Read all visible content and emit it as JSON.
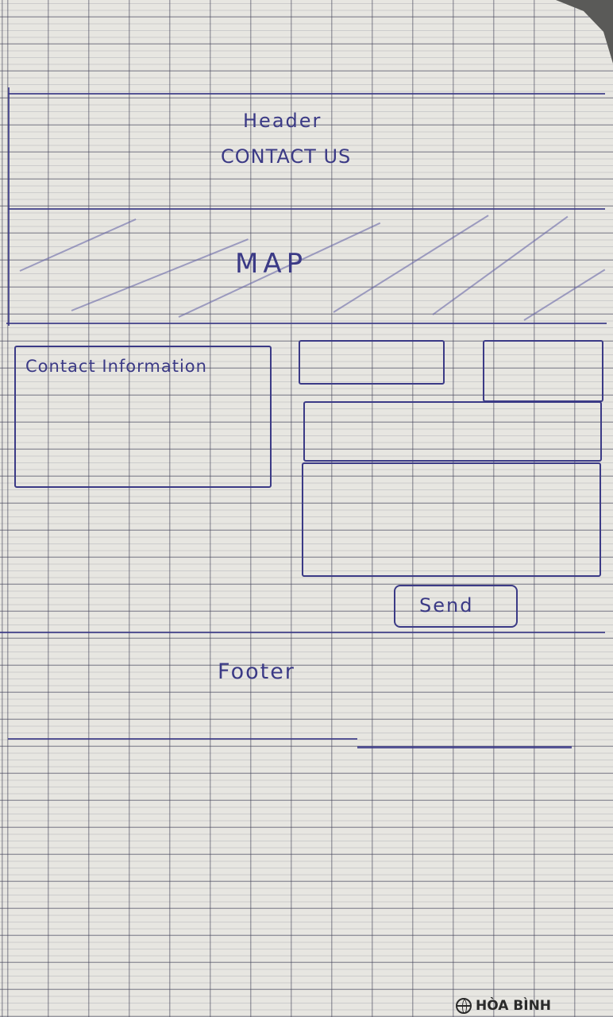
{
  "header": {
    "label": "Header",
    "title": "CONTACT US"
  },
  "map": {
    "label": "MAP"
  },
  "contact_info": {
    "label": "Contact Information"
  },
  "form": {
    "send_label": "Send"
  },
  "footer": {
    "label": "Footer"
  },
  "brand": {
    "name": "HÒA BÌNH",
    "icon": "globe-icon"
  },
  "colors": {
    "ink": "#3b3a86",
    "paper": "#e7e6e1"
  }
}
